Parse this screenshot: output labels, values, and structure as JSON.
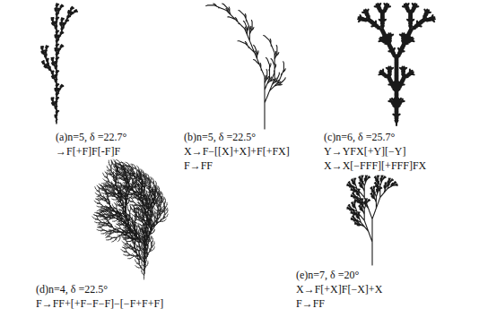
{
  "diagram": {
    "labels": [
      "(a)n=5, δ =22.7°",
      "→F[+F]F[-F]F",
      "(b)n=5, δ =22.5°",
      "X→F−[[X]+X]+F[+FX]",
      "F→FF",
      "(c)n=6, δ =25.7°",
      "Y→YFX[+Y][−Y]",
      "X→X[−FFF][+FFF]FX",
      "(d)n=4, δ =22.5°",
      "F→FF+[+F−F−F]−[−F+F+F]",
      "(e)n=7, δ =20°",
      "X→F[+X]F[−X]+X",
      "F→FF"
    ]
  }
}
